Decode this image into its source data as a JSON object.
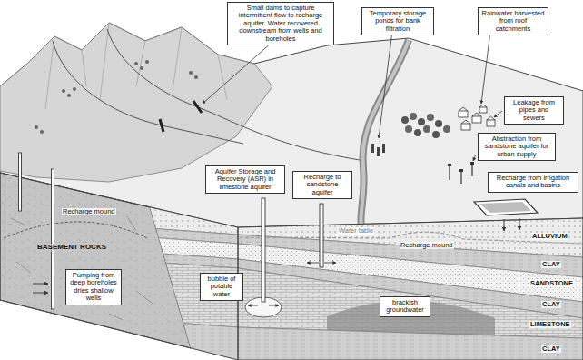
{
  "diagram": {
    "nodes": [
      {
        "text": [
          "Small dams to capture intermittent flow to recharge aquifer. Water recovered downstream from wells and boreholes"
        ]
      },
      {
        "text": [
          "Temporary storage ponds for bank filtration"
        ]
      },
      {
        "text": [
          "Rainwater harvested from roof catchments"
        ]
      },
      {
        "text": [
          "Leakage from pipes and sewers"
        ]
      },
      {
        "text": [
          "Abstraction from sandstone aquifer for urban supply"
        ]
      },
      {
        "text": [
          "Aquifer Storage and Recovery (ASR) in limestone aquifer"
        ]
      },
      {
        "text": [
          "Recharge to sandstone aquifer"
        ]
      },
      {
        "text": [
          "Recharge from irrigation canals and basins"
        ]
      },
      {
        "text": [
          "bubble of potable water"
        ]
      },
      {
        "text": [
          "Pumping from deep boreholes dries shallow wells"
        ]
      },
      {
        "text": [
          "brackish groundwater"
        ]
      }
    ],
    "labels": [
      "Recharge mound",
      "Water table",
      "Recharge mound",
      "BASEMENT ROCKS",
      "ALLUVIUM",
      "CLAY",
      "SANDSTONE",
      "CLAY",
      "LIMESTONE",
      "CLAY"
    ]
  }
}
